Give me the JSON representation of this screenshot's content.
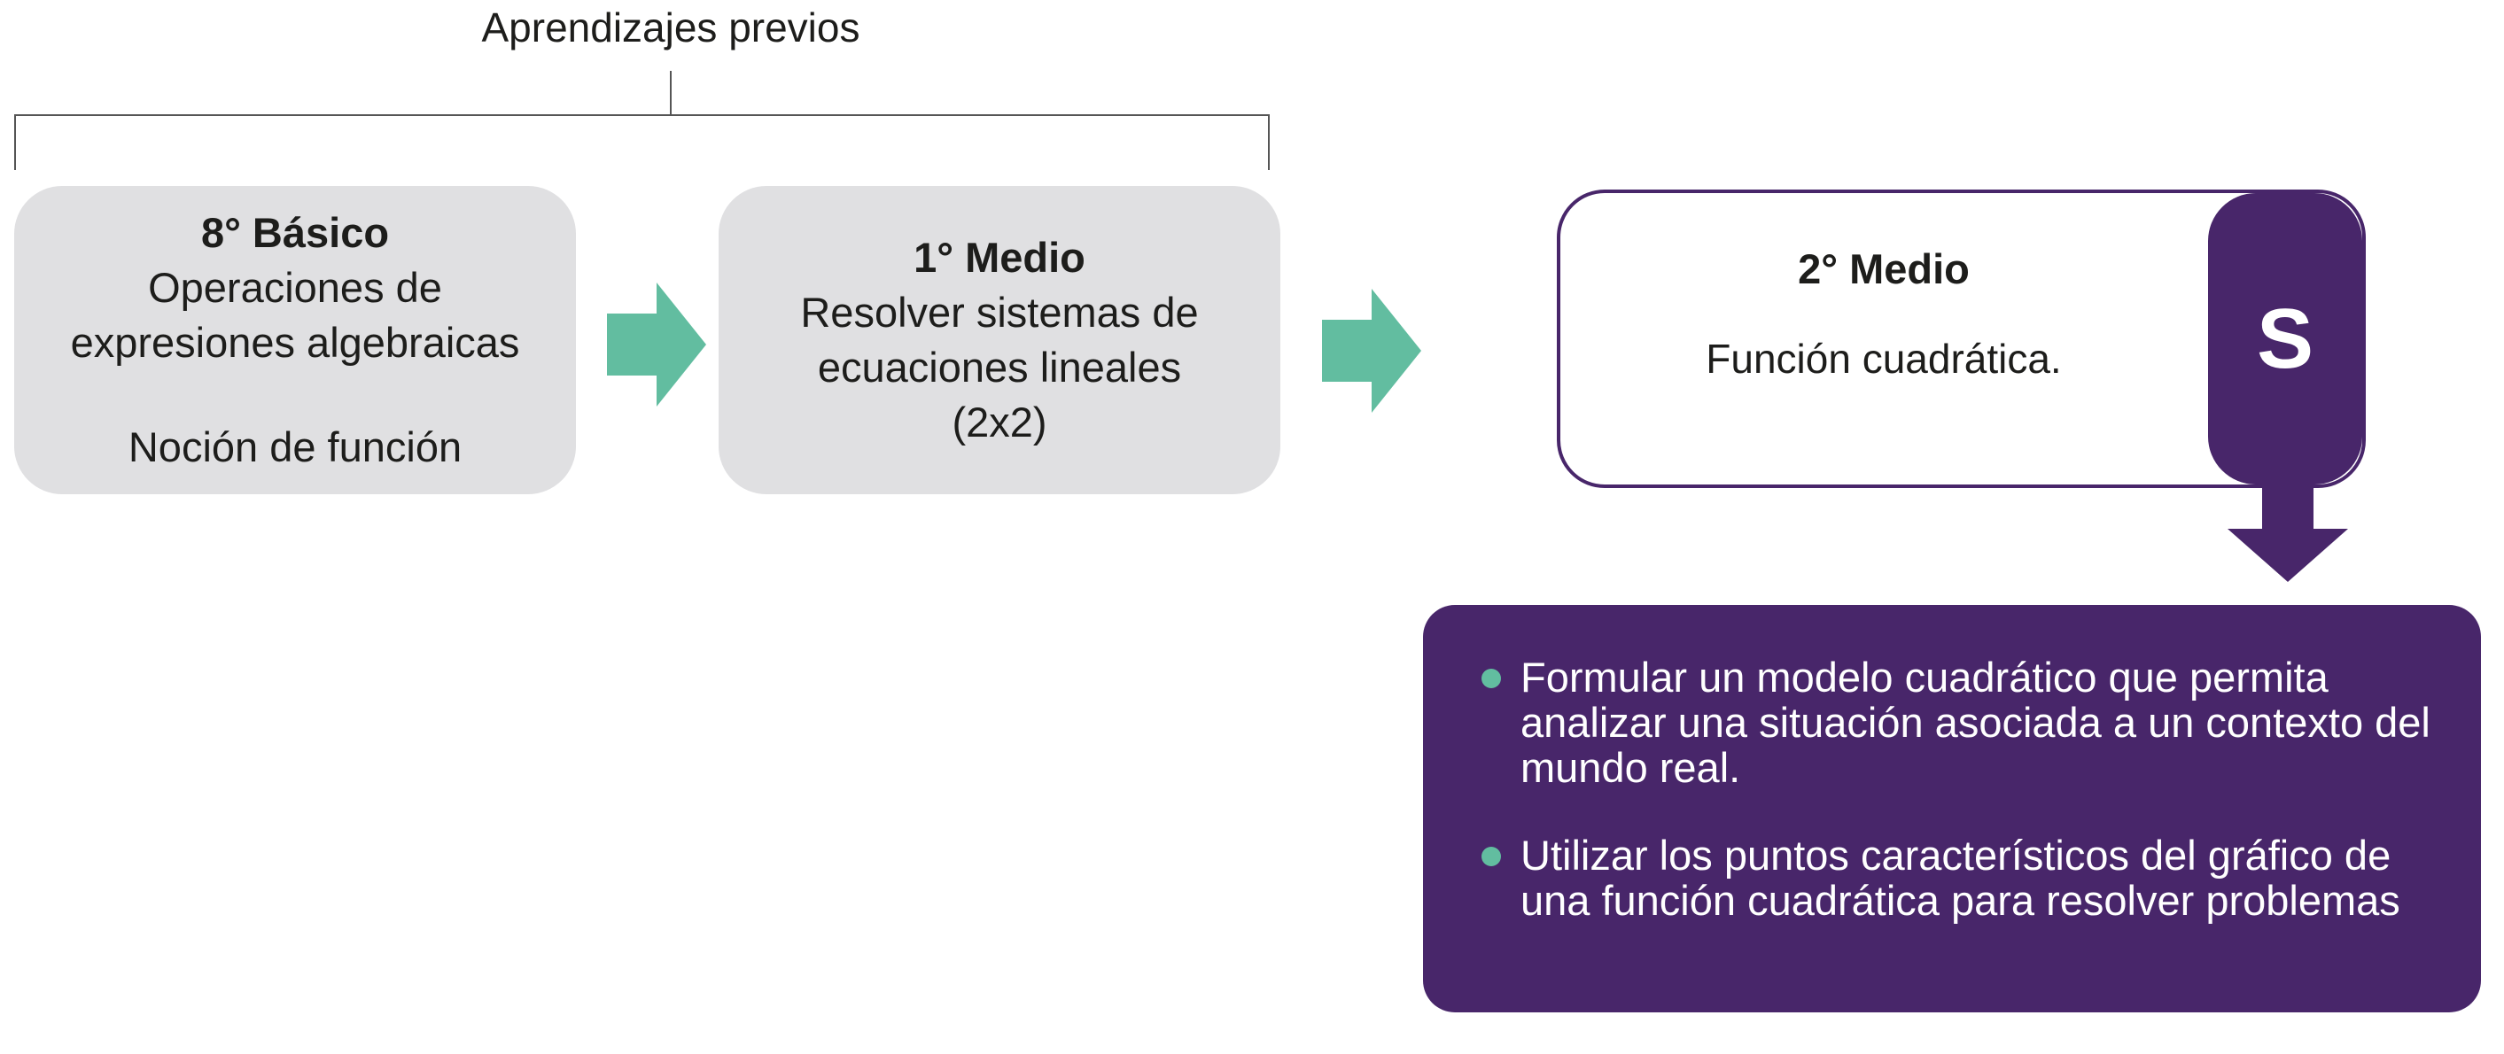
{
  "header": {
    "title": "Aprendizajes previos"
  },
  "colors": {
    "accent_green": "#62bda0",
    "purple": "#48266a",
    "grey_box": "#e0e0e2"
  },
  "steps": [
    {
      "level": "8° Básico",
      "lines": [
        "Operaciones de",
        "expresiones algebraicas"
      ],
      "extra": "Noción de función"
    },
    {
      "level": "1° Medio",
      "lines": [
        "Resolver sistemas de",
        "ecuaciones lineales",
        "(2x2)"
      ]
    },
    {
      "level": "2° Medio",
      "topic": "Función cuadrática.",
      "badge": "S"
    }
  ],
  "objectives": [
    "Formular un modelo cuadrático que permita analizar una situación asociada a un contexto del mundo real.",
    "Utilizar los puntos característicos del gráfico de una función cuadrática para resolver problemas"
  ]
}
